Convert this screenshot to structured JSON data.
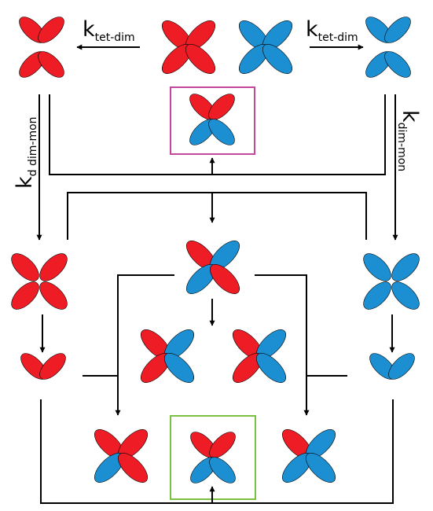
{
  "colors": {
    "red": "#ee1c25",
    "blue": "#1b8fd2",
    "stroke": "#000000",
    "highlight_top": "#c2479d",
    "highlight_bottom": "#7bbf43",
    "background": "#ffffff"
  },
  "labels": {
    "k_symbol": "k",
    "tet_dim": "tet-dim",
    "dim_mon": "dim-mon",
    "d_dim_mon": "d dim-mon"
  }
}
